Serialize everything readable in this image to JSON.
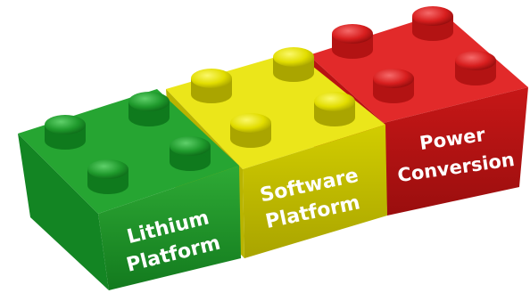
{
  "bricks": [
    {
      "id": "lithium",
      "line1": "Lithium",
      "line2": "Platform",
      "color": "#1f9a2c"
    },
    {
      "id": "software",
      "line1": "Software",
      "line2": "Platform",
      "color": "#e2dd00"
    },
    {
      "id": "power",
      "line1": "Power",
      "line2": "Conversion",
      "color": "#d81e1e"
    }
  ]
}
